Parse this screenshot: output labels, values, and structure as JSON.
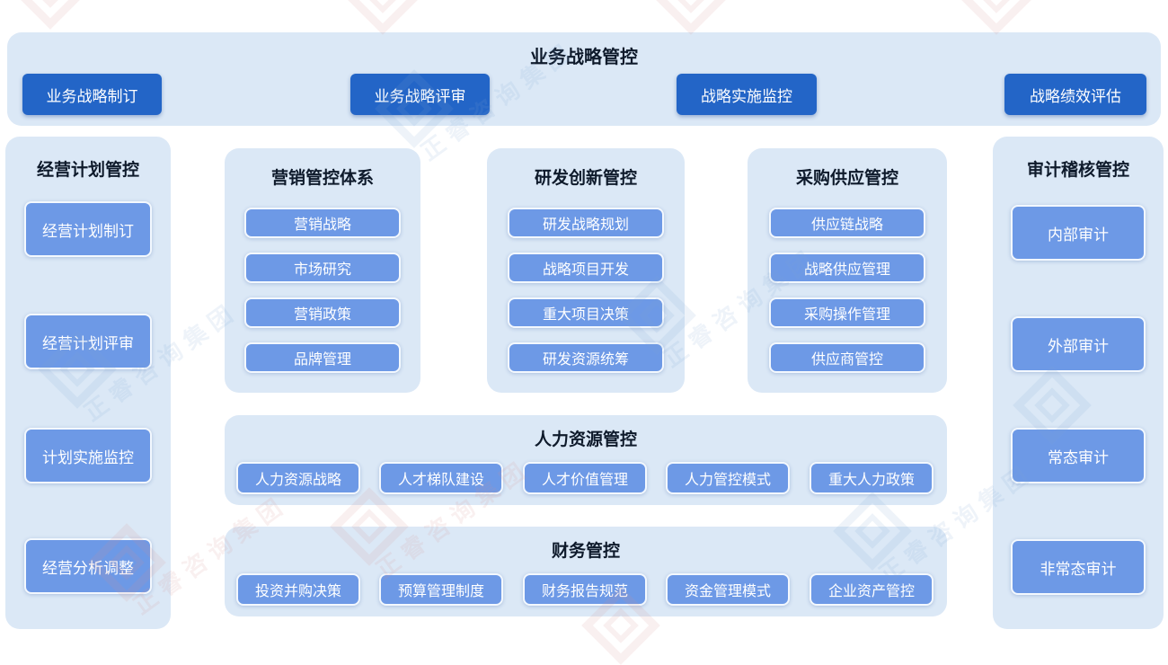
{
  "banner": {
    "title": "业务战略管控",
    "buttons": [
      "业务战略制订",
      "业务战略评审",
      "战略实施监控",
      "战略绩效评估"
    ]
  },
  "left_panel": {
    "title": "经营计划管控",
    "items": [
      "经营计划制订",
      "经营计划评审",
      "计划实施监控",
      "经营分析调整"
    ]
  },
  "columns": [
    {
      "title": "营销管控体系",
      "items": [
        "营销战略",
        "市场研究",
        "营销政策",
        "品牌管理"
      ]
    },
    {
      "title": "研发创新管控",
      "items": [
        "研发战略规划",
        "战略项目开发",
        "重大项目决策",
        "研发资源统筹"
      ]
    },
    {
      "title": "采购供应管控",
      "items": [
        "供应链战略",
        "战略供应管理",
        "采购操作管理",
        "供应商管控"
      ]
    }
  ],
  "hr_band": {
    "title": "人力资源管控",
    "items": [
      "人力资源战略",
      "人才梯队建设",
      "人才价值管理",
      "人力管控模式",
      "重大人力政策"
    ]
  },
  "finance_band": {
    "title": "财务管控",
    "items": [
      "投资并购决策",
      "预算管理制度",
      "财务报告规范",
      "资金管理模式",
      "企业资产管控"
    ]
  },
  "right_panel": {
    "title": "审计稽核管控",
    "items": [
      "内部审计",
      "外部审计",
      "常态审计",
      "非常态审计"
    ]
  },
  "watermark": {
    "text": "正睿咨询集团"
  },
  "colors": {
    "panel_bg": "#dbe8f6",
    "primary_button": "#2365c7",
    "secondary_button": "#6d99e6",
    "button_text": "#ffffff",
    "title_text": "#0e1a2b"
  }
}
